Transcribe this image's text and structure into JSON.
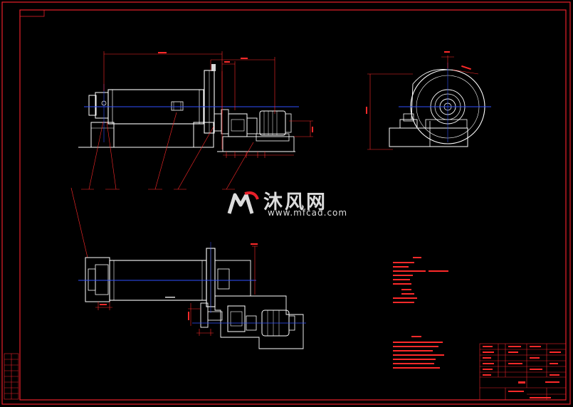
{
  "watermark": {
    "site_name": "沐风网",
    "url": "www.mfcad.com"
  },
  "colors": {
    "background": "#000000",
    "frame": "#e8202a",
    "outline": "#ffffff",
    "centerline": "#2f4fff",
    "dimension": "#ff2a2a",
    "fill_light": "#d8d8d8"
  },
  "views": [
    {
      "name": "side-elevation-view"
    },
    {
      "name": "end-view"
    },
    {
      "name": "plan-view"
    }
  ]
}
